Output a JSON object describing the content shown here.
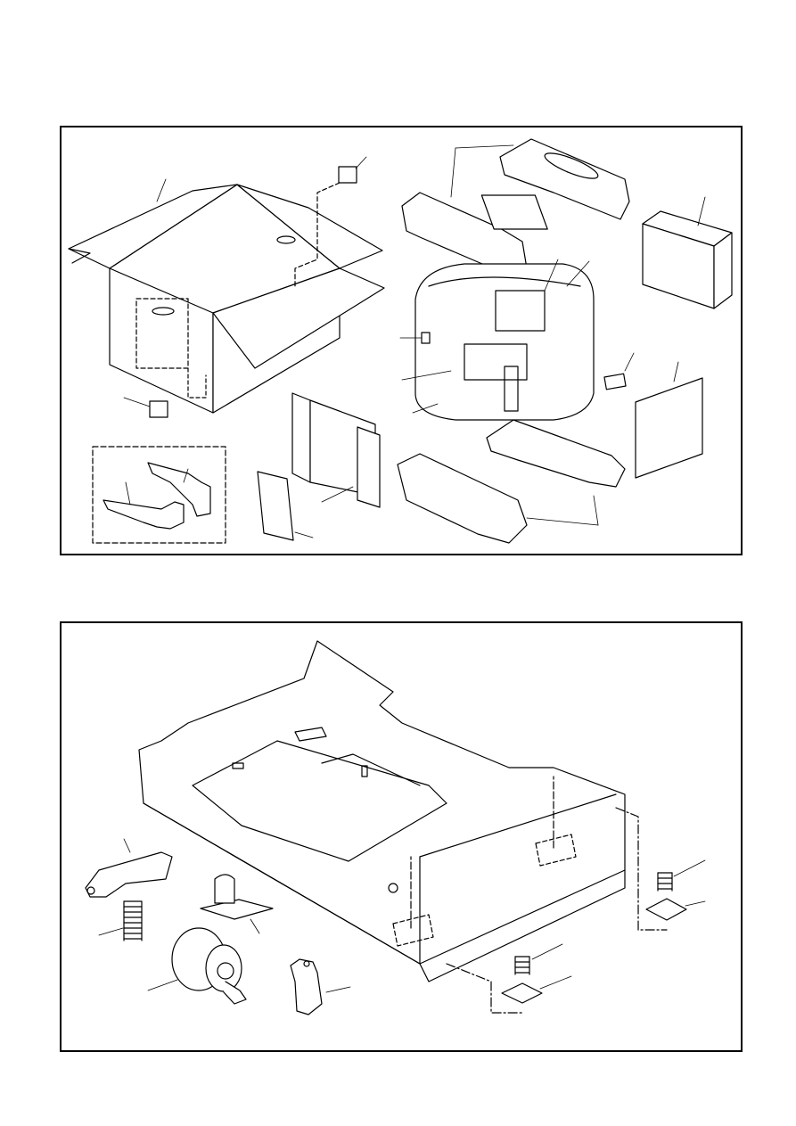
{
  "page": {
    "background": "#ffffff",
    "line_color": "#000000"
  },
  "panels": [
    {
      "id": "packing-materials",
      "items": [
        {
          "name": "carton-box",
          "icon": "carton-box-icon"
        },
        {
          "name": "label-sheet",
          "icon": "label-icon"
        },
        {
          "name": "top-cushion-left",
          "icon": "foam-cushion-icon"
        },
        {
          "name": "top-cushion-right",
          "icon": "foam-cushion-icon"
        },
        {
          "name": "accessory-box",
          "icon": "box-icon"
        },
        {
          "name": "printer-unit",
          "icon": "printer-icon"
        },
        {
          "name": "protective-sheet",
          "icon": "sheet-icon"
        },
        {
          "name": "bottom-cushion-left",
          "icon": "foam-cushion-icon"
        },
        {
          "name": "bottom-cushion-right",
          "icon": "foam-cushion-icon"
        },
        {
          "name": "cardboard-insert",
          "icon": "cardboard-insert-icon"
        },
        {
          "name": "manual-sheet",
          "icon": "document-icon"
        },
        {
          "name": "lock-brackets",
          "icon": "bracket-icon"
        }
      ]
    },
    {
      "id": "paper-tray",
      "items": [
        {
          "name": "paper-cassette",
          "icon": "tray-icon"
        },
        {
          "name": "pickup-lever",
          "icon": "lever-icon"
        },
        {
          "name": "compression-spring-left",
          "icon": "spring-icon"
        },
        {
          "name": "separation-pad",
          "icon": "pad-icon"
        },
        {
          "name": "pickup-roller",
          "icon": "roller-icon"
        },
        {
          "name": "clip-plate",
          "icon": "clip-icon"
        },
        {
          "name": "spring-center",
          "icon": "spring-icon"
        },
        {
          "name": "spring-right",
          "icon": "spring-icon"
        },
        {
          "name": "friction-pad-center",
          "icon": "pad-icon"
        },
        {
          "name": "friction-pad-right",
          "icon": "pad-icon"
        }
      ]
    }
  ]
}
